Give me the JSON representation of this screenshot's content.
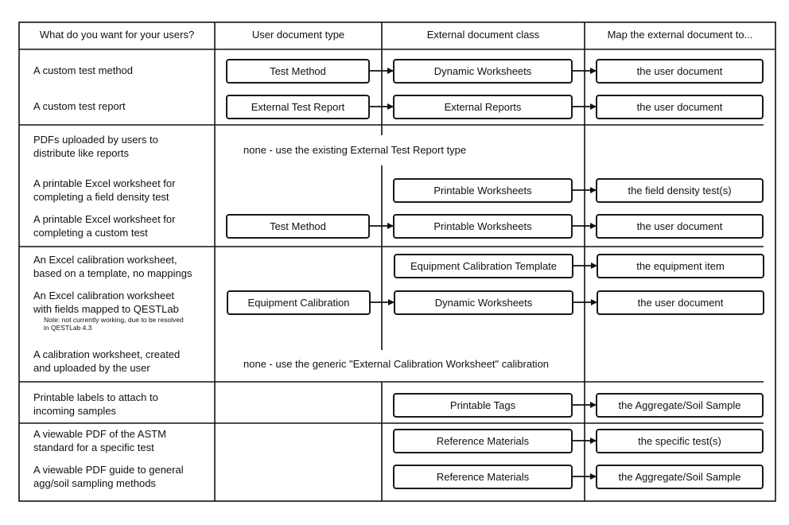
{
  "headers": {
    "col1": "What do you want for your users?",
    "col2": "User document type",
    "col3": "External document class",
    "col4": "Map the external document to..."
  },
  "rows": {
    "r1": "A custom test method",
    "r2": "A custom test report",
    "r3_l1": "PDFs uploaded by users to",
    "r3_l2": "distribute like reports",
    "r4_l1": "A printable Excel worksheet for",
    "r4_l2": "completing a field density test",
    "r5_l1": "A printable Excel worksheet for",
    "r5_l2": "completing a custom test",
    "r6_l1": "An Excel calibration worksheet,",
    "r6_l2": "based on a template, no mappings",
    "r7_l1": "An Excel calibration worksheet",
    "r7_l2": "with fields mapped to QESTLab",
    "r7_note1": "Note: not currently working, due to be resolved",
    "r7_note2": "in QESTLab 4.3",
    "r8_l1": "A calibration worksheet, created",
    "r8_l2": "and uploaded by the user",
    "r9_l1": "Printable labels to attach to",
    "r9_l2": "incoming samples",
    "r10_l1": "A viewable PDF of the ASTM",
    "r10_l2": "standard for a specific test",
    "r11_l1": "A viewable PDF guide to general",
    "r11_l2": "agg/soil sampling methods"
  },
  "spans": {
    "s1": "none - use the existing External Test Report type",
    "s2": "none - use the generic \"External Calibration Worksheet\" calibration"
  },
  "boxes": {
    "test_method_1": "Test Method",
    "dyn_ws_1": "Dynamic Worksheets",
    "map_user_doc_1": "the user document",
    "ext_test_report": "External Test Report",
    "ext_reports": "External Reports",
    "map_user_doc_2": "the user document",
    "printable_ws_1": "Printable Worksheets",
    "map_field_density": "the field density test(s)",
    "test_method_2": "Test Method",
    "printable_ws_2": "Printable Worksheets",
    "map_user_doc_3": "the user document",
    "equip_cal_template": "Equipment Calibration Template",
    "map_equipment_item": "the equipment item",
    "equip_calibration": "Equipment Calibration",
    "dyn_ws_2": "Dynamic Worksheets",
    "map_user_doc_4": "the user document",
    "printable_tags": "Printable Tags",
    "map_agg_soil_1": "the Aggregate/Soil Sample",
    "ref_materials_1": "Reference Materials",
    "map_specific_test": "the specific test(s)",
    "ref_materials_2": "Reference Materials",
    "map_agg_soil_2": "the Aggregate/Soil Sample"
  }
}
